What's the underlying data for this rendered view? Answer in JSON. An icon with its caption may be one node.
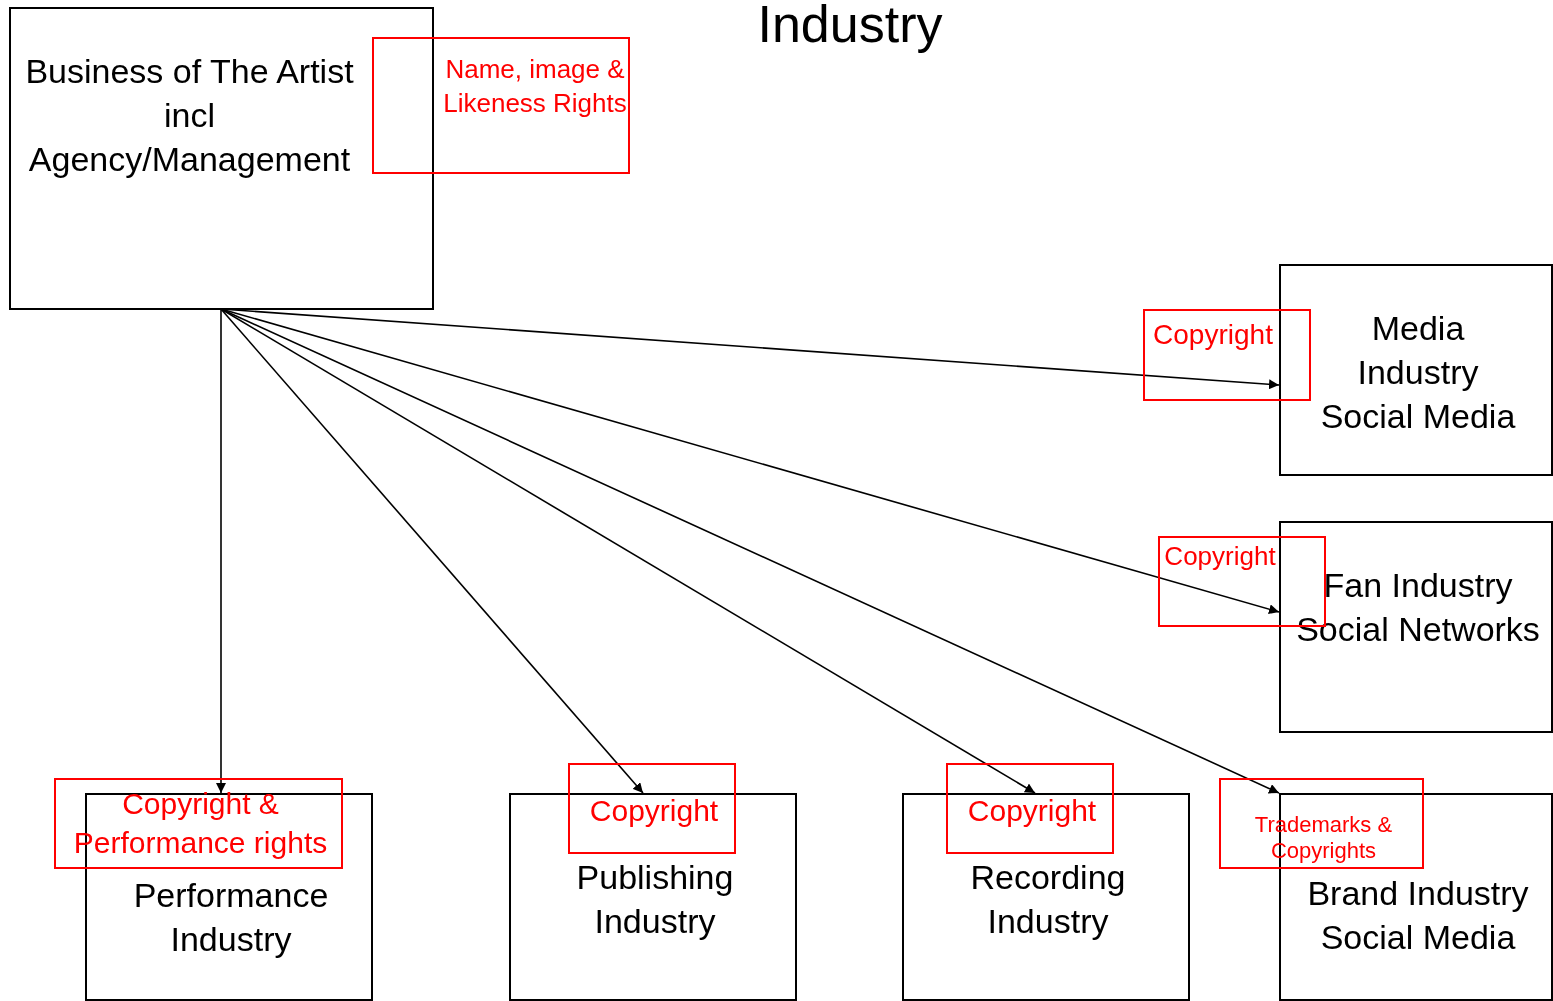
{
  "diagram": {
    "title": "Industry",
    "nodes": [
      {
        "text": [
          "Business of The Artist incl Agency/Management"
        ]
      },
      {
        "text": [
          "Name, image & Likeness Rights"
        ]
      },
      {
        "text": [
          "Media Industry Social Media"
        ]
      },
      {
        "text": [
          "Fan Industry Social Networks"
        ]
      },
      {
        "text": [
          "Performance Industry"
        ]
      },
      {
        "text": [
          "Publishing Industry"
        ]
      },
      {
        "text": [
          "Recording Industry"
        ]
      },
      {
        "text": [
          "Brand Industry Social Media"
        ]
      }
    ],
    "edges": [
      {
        "from": 0,
        "to": 2,
        "arrow": "to",
        "label": "Copyright"
      },
      {
        "from": 0,
        "to": 3,
        "arrow": "to",
        "label": "Copyright"
      },
      {
        "from": 0,
        "to": 4,
        "arrow": "to",
        "label": "Copyright & Performance rights"
      },
      {
        "from": 0,
        "to": 5,
        "arrow": "to",
        "label": "Copyright"
      },
      {
        "from": 0,
        "to": 6,
        "arrow": "to",
        "label": "Copyright"
      },
      {
        "from": 0,
        "to": 7,
        "arrow": "to",
        "label": "Trademarks & Copyrights"
      }
    ]
  }
}
